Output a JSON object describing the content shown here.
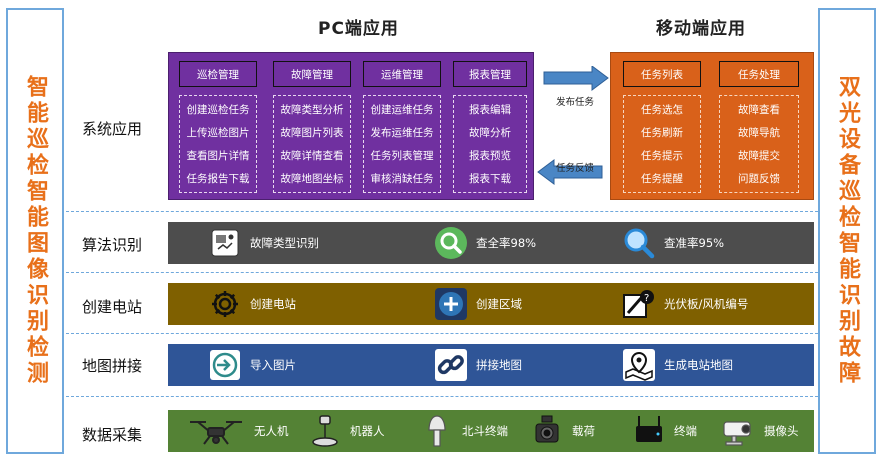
{
  "left_side": {
    "text": "智能巡检智能图像识别检测"
  },
  "right_side": {
    "text": "双光设备巡检智能识别故障"
  },
  "headers": {
    "pc": "PC端应用",
    "mobile": "移动端应用"
  },
  "rows": {
    "system": "系统应用",
    "algorithm": "算法识别",
    "station": "创建电站",
    "map": "地图拼接",
    "data": "数据采集"
  },
  "pc_columns": [
    {
      "title": "巡检管理",
      "items": [
        "创建巡检任务",
        "上传巡检图片",
        "查看图片详情",
        "任务报告下载"
      ]
    },
    {
      "title": "故障管理",
      "items": [
        "故障类型分析",
        "故障图片列表",
        "故障详情查看",
        "故障地图坐标"
      ]
    },
    {
      "title": "运维管理",
      "items": [
        "创建运维任务",
        "发布运维任务",
        "任务列表管理",
        "审核消缺任务"
      ]
    },
    {
      "title": "报表管理",
      "items": [
        "报表编辑",
        "故障分析",
        "报表预览",
        "报表下载"
      ]
    }
  ],
  "mobile_columns": [
    {
      "title": "任务列表",
      "items": [
        "任务选怎",
        "任务刷新",
        "任务提示",
        "任务提醒"
      ]
    },
    {
      "title": "任务处理",
      "items": [
        "故障查看",
        "故障导航",
        "故障提交",
        "问题反馈"
      ]
    }
  ],
  "arrows": {
    "publish": "发布任务",
    "feedback": "任务反馈"
  },
  "bands": {
    "algorithm": {
      "color": "#4d4d4d",
      "items": [
        {
          "icon": "image-recognition-icon",
          "label": "故障类型识别"
        },
        {
          "icon": "search-green-icon",
          "label": "查全率98%"
        },
        {
          "icon": "search-blue-icon",
          "label": "查准率95%"
        }
      ]
    },
    "station": {
      "color": "#7f6000",
      "items": [
        {
          "icon": "gear-icon",
          "label": "创建电站"
        },
        {
          "icon": "plus-circle-icon",
          "label": "创建区域"
        },
        {
          "icon": "edit-question-icon",
          "label": "光伏板/风机编号"
        }
      ]
    },
    "map": {
      "color": "#2f5597",
      "items": [
        {
          "icon": "import-icon",
          "label": "导入图片"
        },
        {
          "icon": "link-icon",
          "label": "拼接地图"
        },
        {
          "icon": "map-pin-icon",
          "label": "生成电站地图"
        }
      ]
    },
    "data": {
      "color": "#548235",
      "items": [
        {
          "icon": "drone-icon",
          "label": "无人机"
        },
        {
          "icon": "robot-icon",
          "label": "机器人"
        },
        {
          "icon": "beidou-terminal-icon",
          "label": "北斗终端"
        },
        {
          "icon": "gimbal-payload-icon",
          "label": "载荷"
        },
        {
          "icon": "terminal-device-icon",
          "label": "终端"
        },
        {
          "icon": "camera-icon",
          "label": "摄像头"
        }
      ]
    }
  }
}
